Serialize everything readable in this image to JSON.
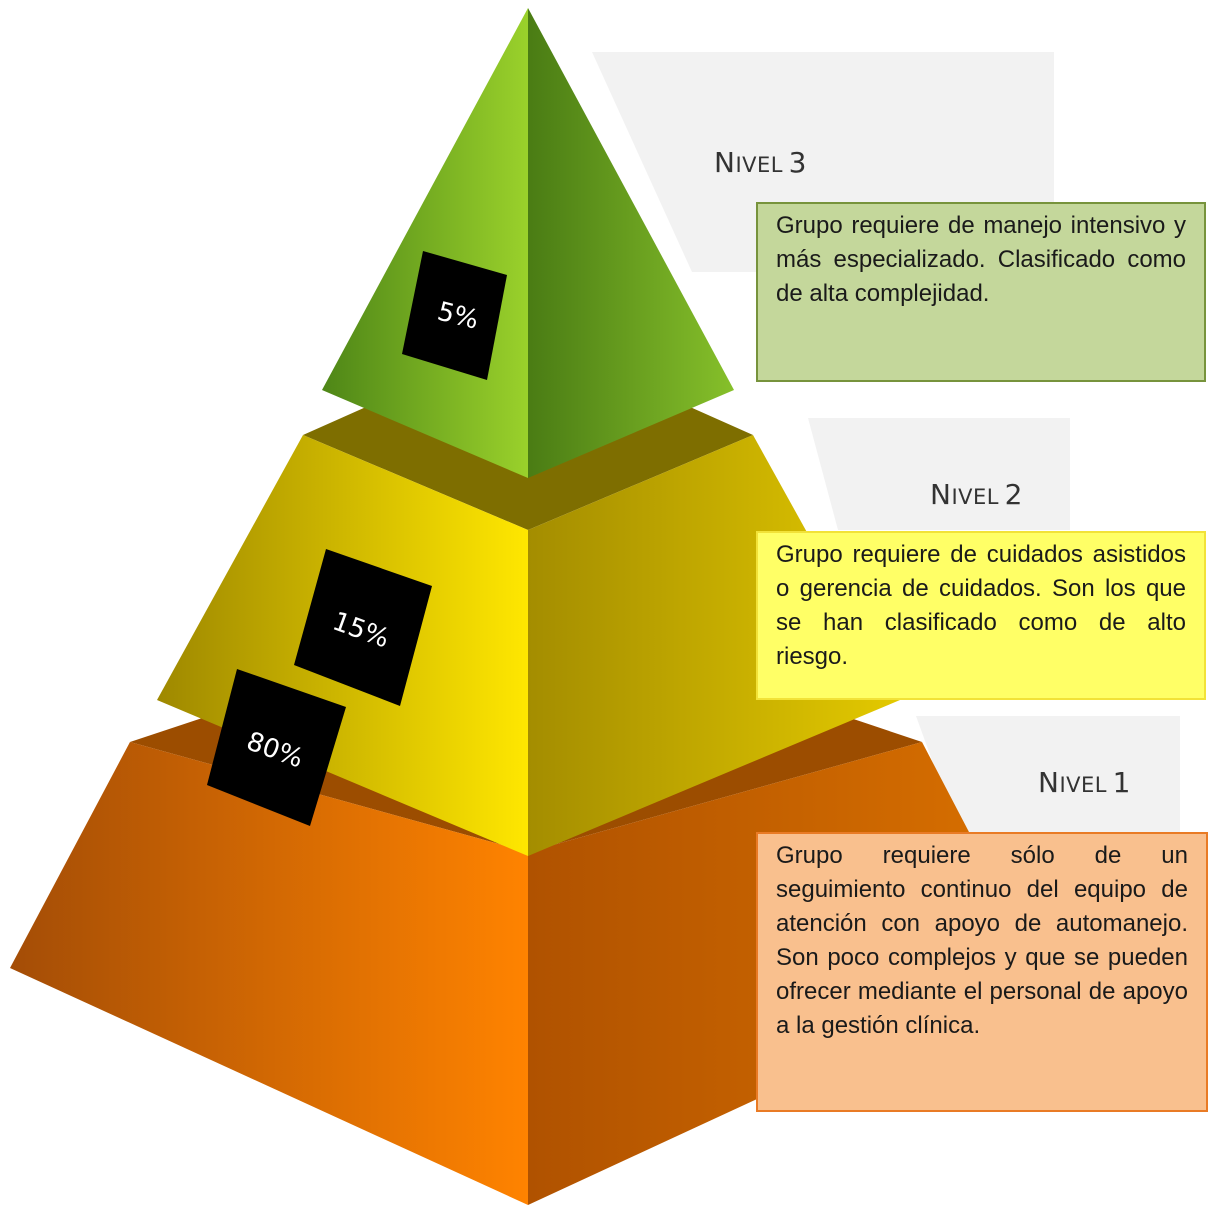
{
  "levels": [
    {
      "key": "nivel3",
      "title_initial": "N",
      "title_rest": "IVEL",
      "title_number": "3",
      "percent": "5%",
      "description": "Grupo requiere de manejo intensivo y más especializado. Clasificado como de alta complejidad.",
      "colors": {
        "box_fill": "#c4d79b",
        "box_border": "#77933c"
      }
    },
    {
      "key": "nivel2",
      "title_initial": "N",
      "title_rest": "IVEL",
      "title_number": "2",
      "percent": "15%",
      "description": "Grupo requiere de cuidados asistidos o gerencia de cuidados. Son los que se han clasificado como de alto riesgo.",
      "colors": {
        "box_fill": "#ffff66",
        "box_border": "#f2e238"
      }
    },
    {
      "key": "nivel1",
      "title_initial": "N",
      "title_rest": "IVEL",
      "title_number": "1",
      "percent": "80%",
      "description": "Grupo requiere sólo de un seguimiento continuo del equipo de atención con apoyo de automanejo. Son poco complejos y que se pueden ofrecer mediante el personal de apoyo a la gestión clínica.",
      "colors": {
        "box_fill": "#f9c08e",
        "box_border": "#e97b25"
      }
    }
  ],
  "colors": {
    "tier_green": "#8dc626",
    "tier_yellow": "#f2dc00",
    "tier_orange": "#f07f00",
    "label_panel": "#f2f2f2",
    "percent_box": "#000000"
  }
}
